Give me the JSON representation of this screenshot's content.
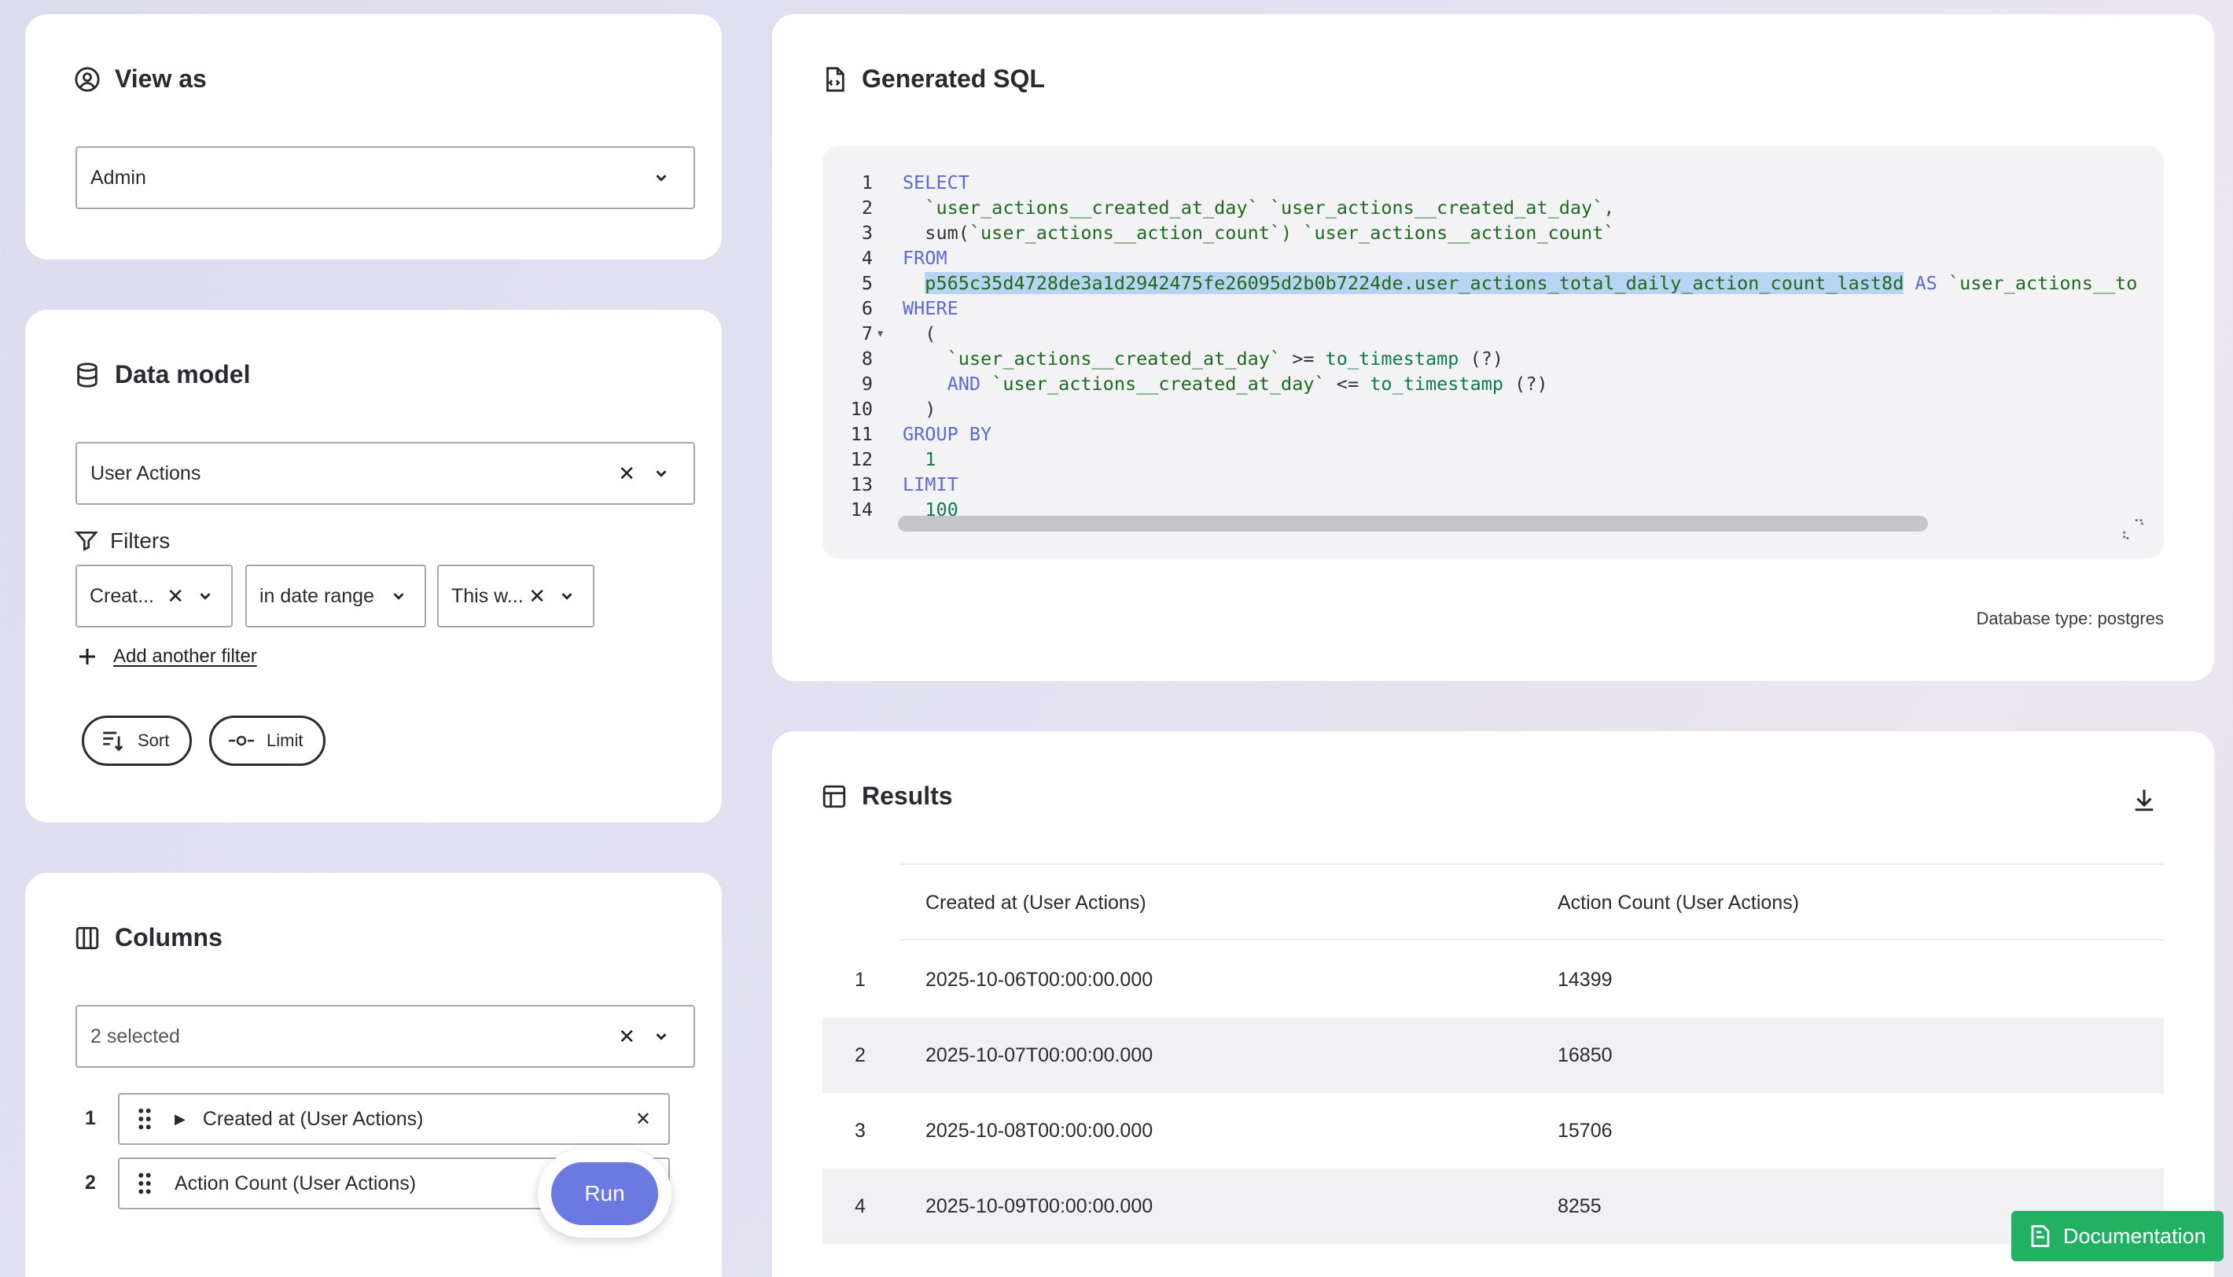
{
  "view_as": {
    "title": "View as",
    "selected": "Admin"
  },
  "data_model": {
    "title": "Data model",
    "selected": "User Actions",
    "filters_label": "Filters",
    "filter": {
      "field": "Creat...",
      "operator": "in date range",
      "value": "This w..."
    },
    "add_filter": "Add another filter",
    "sort_label": "Sort",
    "limit_label": "Limit"
  },
  "columns": {
    "title": "Columns",
    "selected": "2 selected",
    "items": [
      {
        "num": "1",
        "label": "Created at (User Actions)"
      },
      {
        "num": "2",
        "label": "Action Count (User Actions)"
      }
    ],
    "run_label": "Run"
  },
  "sql": {
    "title": "Generated SQL",
    "line_numbers": [
      "1",
      "2",
      "3",
      "4",
      "5",
      "6",
      "7",
      "8",
      "9",
      "10",
      "11",
      "12",
      "13",
      "14"
    ],
    "db_type": "Database type: postgres",
    "lines": {
      "l1_kw": "SELECT",
      "l2": "  `user_actions__created_at_day` `user_actions__created_at_day`,",
      "l3_fn": "  sum(",
      "l3_str": "`user_actions__action_count`",
      "l3_rest": ") `user_actions__action_count`",
      "l4_kw": "FROM",
      "l5_hl": "p565c35d4728de3a1d2942475fe26095d2b0b7224de.user_actions_total_daily_action_count_last8d",
      "l5_kw": " AS ",
      "l5_str": "`user_actions__to",
      "l6_kw": "WHERE",
      "l7": "  (",
      "l8_str": "    `user_actions__created_at_day`",
      "l8_op": " >= ",
      "l8_fn": "to_timestamp",
      "l8_rest": " (?)",
      "l9_kw": "    AND",
      "l9_str": " `user_actions__created_at_day`",
      "l9_op": " <= ",
      "l9_fn": "to_timestamp",
      "l9_rest": " (?)",
      "l10": "  )",
      "l11_kw": "GROUP BY",
      "l12": "  1",
      "l13_kw": "LIMIT",
      "l14": "  100"
    }
  },
  "results": {
    "title": "Results",
    "headers": [
      "Created at (User Actions)",
      "Action Count (User Actions)"
    ],
    "rows": [
      {
        "idx": "1",
        "created_at": "2025-10-06T00:00:00.000",
        "count": "14399"
      },
      {
        "idx": "2",
        "created_at": "2025-10-07T00:00:00.000",
        "count": "16850"
      },
      {
        "idx": "3",
        "created_at": "2025-10-08T00:00:00.000",
        "count": "15706"
      },
      {
        "idx": "4",
        "created_at": "2025-10-09T00:00:00.000",
        "count": "8255"
      }
    ]
  },
  "documentation_label": "Documentation",
  "colors": {
    "accent": "#6b79e0",
    "doc_green": "#22b163",
    "keyword": "#5b6ad0",
    "string": "#1f6a20"
  }
}
